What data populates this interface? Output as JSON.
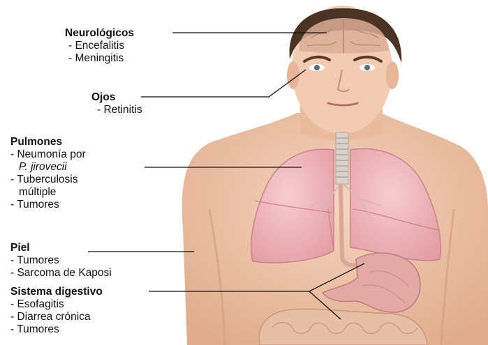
{
  "groups": {
    "neuro": {
      "title": "Neurológicos",
      "items": [
        "- Encefalitis",
        "- Meningitis"
      ]
    },
    "ojos": {
      "title": "Ojos",
      "items": [
        "- Retinitis"
      ]
    },
    "pulmones": {
      "title": "Pulmones",
      "items": [
        "- Neumonía por",
        "P. jirovecii",
        "- Tuberculosis",
        "múltiple",
        "- Tumores"
      ]
    },
    "piel": {
      "title": "Piel",
      "items": [
        "- Tumores",
        "- Sarcoma de Kaposi"
      ]
    },
    "digestivo": {
      "title": "Sistema digestivo",
      "items": [
        "- Esofagitis",
        "- Diarrea crónica",
        "- Tumores"
      ]
    }
  },
  "colors": {
    "skin": "#f0c8ad",
    "skin_shadow": "#d9a488",
    "hair": "#4a3224",
    "brain": "#dcae96",
    "lung": "#f1b8bd",
    "lung_edge": "#c9818a",
    "trachea": "#d9d3cc",
    "stomach": "#e4a9a6",
    "intestine": "#e6bfa6",
    "leader": "#111111"
  }
}
